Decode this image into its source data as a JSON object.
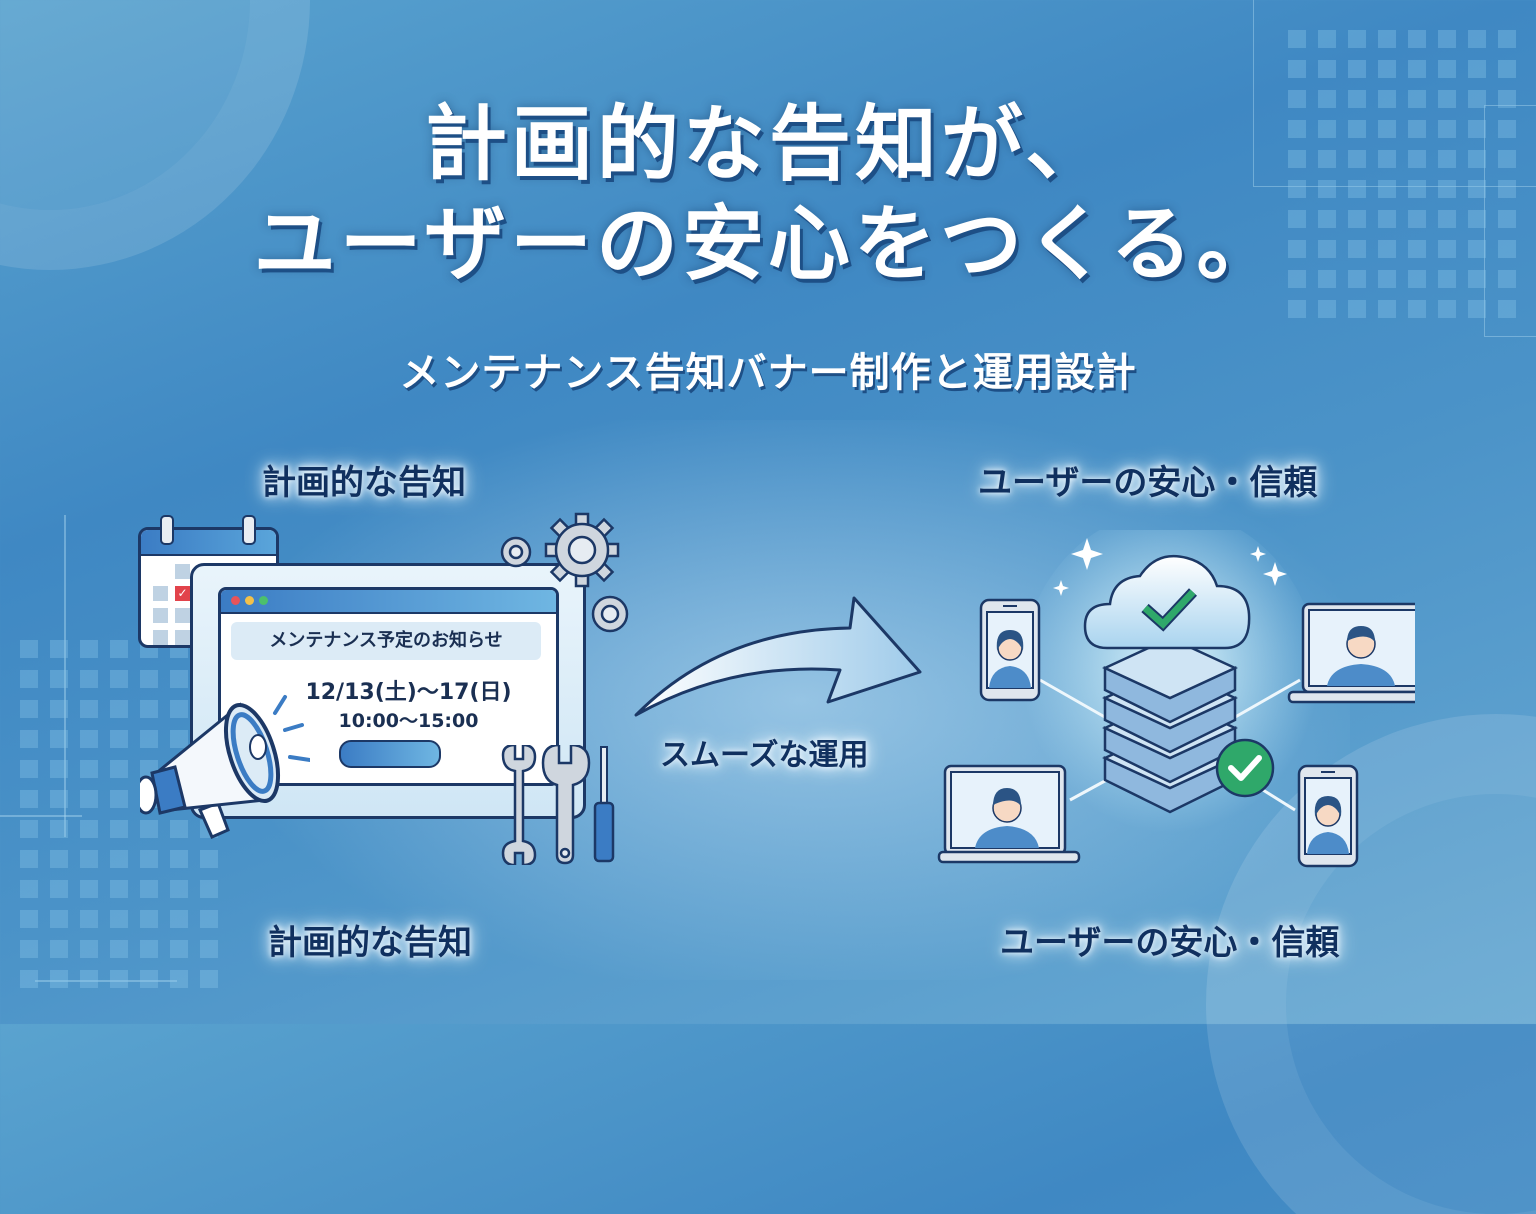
{
  "headline": {
    "line1": "計画的な告知が、",
    "line2": "ユーザーの安心をつくる。"
  },
  "subtitle": "メンテナンス告知バナー制作と運用設計",
  "left_section": {
    "label_top": "計画的な告知",
    "label_bottom": "計画的な告知",
    "notice_window": {
      "title": "メンテナンス予定のお知らせ",
      "date_range": "12/13(土)〜17(日)",
      "time_range": "10:00〜15:00"
    },
    "icons": [
      "calendar-icon",
      "megaphone-icon",
      "gear-icon",
      "wrench-icon",
      "screwdriver-icon"
    ]
  },
  "middle": {
    "arrow_label": "スムーズな運用"
  },
  "right_section": {
    "label_top": "ユーザーの安心・信頼",
    "label_bottom": "ユーザーの安心・信頼",
    "icons": [
      "cloud-check-icon",
      "server-stack-icon",
      "check-badge-icon",
      "smartphone-user-icon",
      "laptop-user-icon"
    ]
  },
  "colors": {
    "background": "#4a8fc6",
    "headline_text": "#ffffff",
    "label_text": "#10305f",
    "outline": "#1c3866",
    "accent_blue": "#3b7cc4",
    "check_green": "#2fa86a",
    "calendar_red": "#e2434b"
  }
}
